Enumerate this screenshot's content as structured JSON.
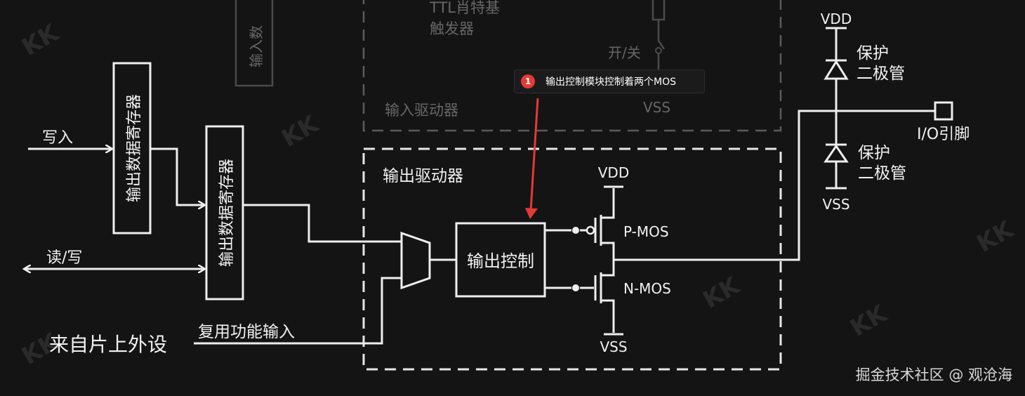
{
  "labels": {
    "write": "写入",
    "read_write": "读/写",
    "output_data_register_1": "输出数据寄存器",
    "output_data_register_2": "输出数据寄存器",
    "from_peripheral": "来自片上外设",
    "alt_function_input": "复用功能输入",
    "output_driver": "输出驱动器",
    "output_control": "输出控制",
    "pmos": "P-MOS",
    "nmos": "N-MOS",
    "vdd_mos": "VDD",
    "vss_mos": "VSS",
    "vdd_protect": "VDD",
    "vss_protect": "VSS",
    "protect_diode_top_1": "保护",
    "protect_diode_top_2": "二极管",
    "protect_diode_bottom_1": "保护",
    "protect_diode_bottom_2": "二极管",
    "io_pin": "I/O引脚",
    "ttl_schmitt_1": "TTL肖特基",
    "ttl_schmitt_2": "触发器",
    "input_driver": "输入驱动器",
    "input_data": "输入数",
    "switch": "开/关",
    "vss_input": "VSS"
  },
  "callout": {
    "number": "1",
    "text": "输出控制模块控制着两个MOS"
  },
  "attribution": "掘金技术社区 @ 观沧海",
  "watermark": "KK",
  "colors": {
    "background": "#141414",
    "line": "#eeeeee",
    "arrow": "#e53935",
    "badge": "#e53935"
  }
}
